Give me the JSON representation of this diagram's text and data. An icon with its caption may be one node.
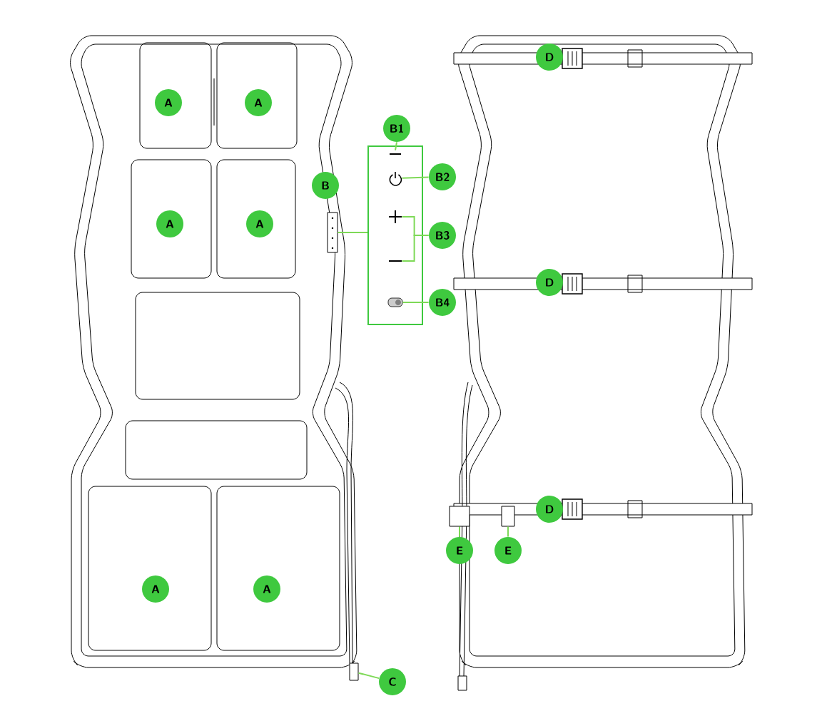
{
  "diagram": {
    "nodes": [
      {
        "text": [
          "A"
        ]
      },
      {
        "text": [
          "A"
        ]
      },
      {
        "text": [
          "A"
        ]
      },
      {
        "text": [
          "A"
        ]
      },
      {
        "text": [
          "A"
        ]
      },
      {
        "text": [
          "A"
        ]
      },
      {
        "text": [
          "B"
        ]
      },
      {
        "text": [],
        "shape": "box"
      },
      {
        "text": [],
        "shape": "box"
      },
      {
        "text": [
          "B1"
        ]
      },
      {
        "text": [],
        "shape": "minus",
        "in": 7
      },
      {
        "text": [],
        "shape": "power",
        "in": 7
      },
      {
        "text": [],
        "shape": "plus",
        "in": 7
      },
      {
        "text": [],
        "shape": "minus",
        "in": 7
      },
      {
        "text": [],
        "shape": "toggle",
        "in": 7
      },
      {
        "text": [
          "B2"
        ]
      },
      {
        "text": [
          "B3"
        ]
      },
      {
        "text": [
          "B4"
        ]
      },
      {
        "text": [
          "C"
        ]
      },
      {
        "text": [],
        "shape": "box"
      },
      {
        "text": [
          "D"
        ]
      },
      {
        "text": [
          "D"
        ]
      },
      {
        "text": [
          "D"
        ]
      },
      {
        "text": [
          "E"
        ]
      },
      {
        "text": [
          "E"
        ]
      },
      {
        "text": [],
        "shape": "box"
      },
      {
        "text": [],
        "shape": "box"
      }
    ],
    "edges": [
      {
        "from": 8,
        "to": 7,
        "arrow": "none"
      },
      {
        "from": 9,
        "to": 10,
        "arrow": "none"
      },
      {
        "from": 15,
        "to": 11,
        "arrow": "none"
      },
      {
        "from": 16,
        "to": 12,
        "arrow": "none"
      },
      {
        "from": 16,
        "to": 13,
        "arrow": "none"
      },
      {
        "from": 17,
        "to": 14,
        "arrow": "none"
      },
      {
        "from": 18,
        "to": 19,
        "arrow": "none"
      },
      {
        "from": 23,
        "to": 25,
        "arrow": "none"
      },
      {
        "from": 24,
        "to": 26,
        "arrow": "none"
      }
    ]
  }
}
